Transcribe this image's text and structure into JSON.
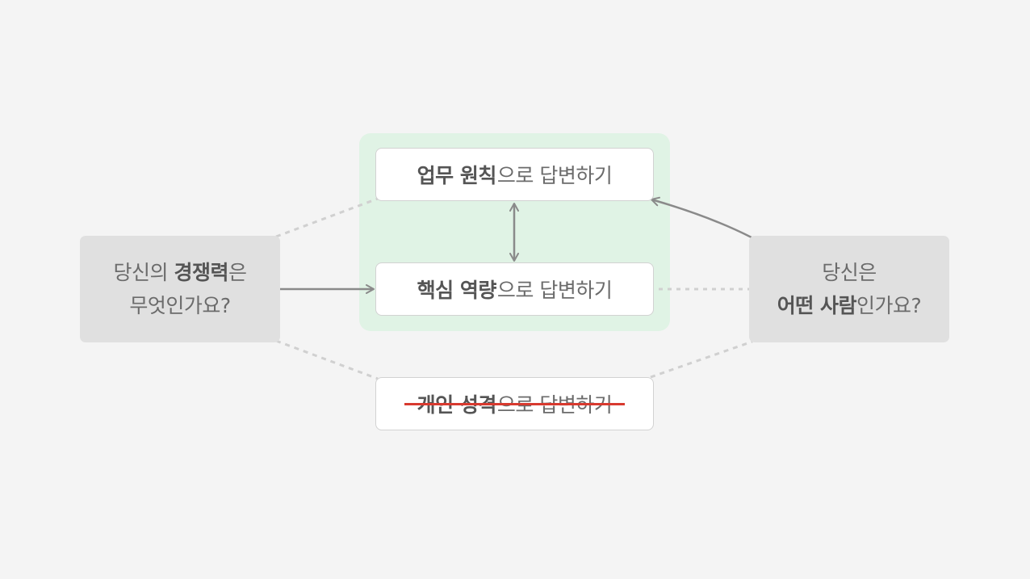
{
  "left_question": {
    "line1_pre": "당신의 ",
    "line1_bold": "경쟁력",
    "line1_post": "은",
    "line2": "무엇인가요?"
  },
  "right_question": {
    "line1": "당신은",
    "line2_bold": "어떤 사람",
    "line2_post": "인가요?"
  },
  "answers": {
    "principle": {
      "bold": "업무 원칙",
      "rest": "으로 답변하기"
    },
    "competency": {
      "bold": "핵심 역량",
      "rest": "으로 답변하기"
    },
    "personality": {
      "bold": "개인 성격",
      "rest": "으로 답변하기",
      "struck_through": true
    }
  },
  "colors": {
    "background": "#f4f4f4",
    "highlight": "#e0f3e5",
    "question_box": "#e0e0e0",
    "arrow": "#8a8a8a",
    "dashed": "#d0d0d0",
    "strike": "#d83a2f"
  }
}
